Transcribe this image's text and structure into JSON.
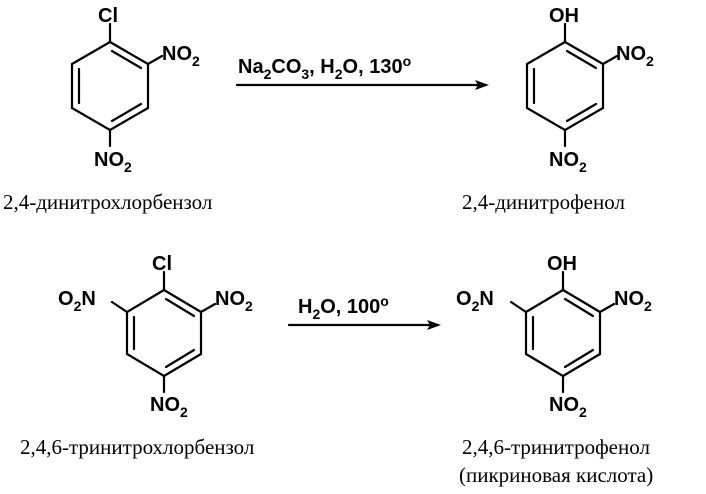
{
  "reaction1": {
    "reactant": {
      "top_group": "Cl",
      "right_group": {
        "main": "NO",
        "sub": "2"
      },
      "bottom_group": {
        "main": "NO",
        "sub": "2"
      },
      "caption": "2,4-динитрохлорбензол"
    },
    "conditions": {
      "p1": "Na",
      "s1": "2",
      "p2": "CO",
      "s2": "3",
      "p3": ", H",
      "s3": "2",
      "p4": "O, 130",
      "sup": "o"
    },
    "product": {
      "top_group": "OH",
      "right_group": {
        "main": "NO",
        "sub": "2"
      },
      "bottom_group": {
        "main": "NO",
        "sub": "2"
      },
      "caption": "2,4-динитрофенол"
    }
  },
  "reaction2": {
    "reactant": {
      "top_group": "Cl",
      "left_group": {
        "o": "O",
        "sub": "2",
        "n": "N"
      },
      "right_group": {
        "main": "NO",
        "sub": "2"
      },
      "bottom_group": {
        "main": "NO",
        "sub": "2"
      },
      "caption": "2,4,6-тринитрохлорбензол"
    },
    "conditions": {
      "p1": "H",
      "s1": "2",
      "p2": "O, 100",
      "sup": "o"
    },
    "product": {
      "top_group": "OH",
      "left_group": {
        "o": "O",
        "sub": "2",
        "n": "N"
      },
      "right_group": {
        "main": "NO",
        "sub": "2"
      },
      "bottom_group": {
        "main": "NO",
        "sub": "2"
      },
      "caption": "2,4,6-тринитрофенол",
      "caption2": "(пикриновая кислота)"
    }
  }
}
